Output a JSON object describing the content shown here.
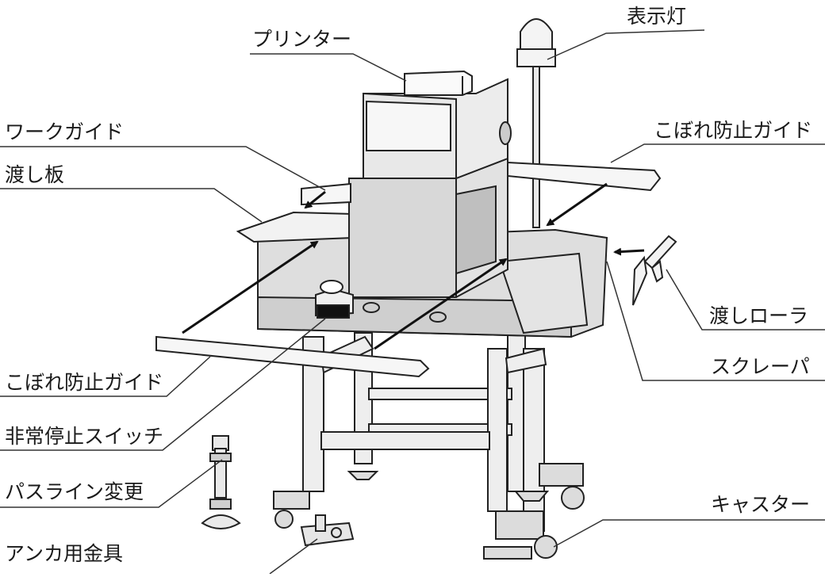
{
  "labels": {
    "printer": "プリンター",
    "indicator_lamp": "表示灯",
    "work_guide": "ワークガイド",
    "spill_guard_right": "こぼれ防止ガイド",
    "transfer_plate": "渡し板",
    "transfer_roller": "渡しローラ",
    "scraper": "スクレーパ",
    "spill_guard_left": "こぼれ防止ガイド",
    "emergency_stop": "非常停止スイッチ",
    "pass_line_change": "パスライン変更",
    "caster": "キャスター",
    "anchor_bracket": "アンカ用金具"
  }
}
